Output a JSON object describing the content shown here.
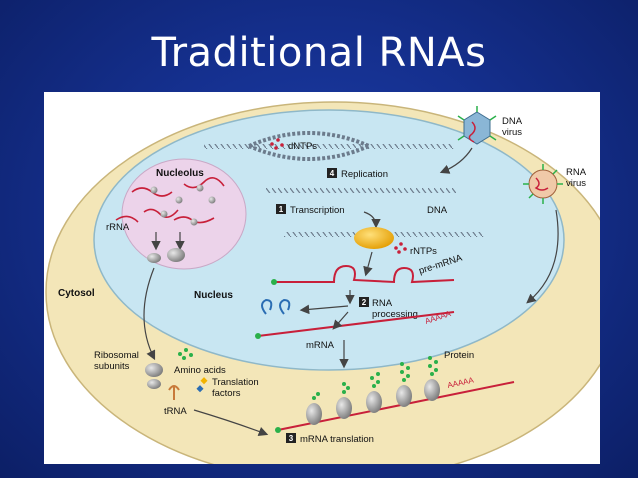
{
  "slide": {
    "title": "Traditional RNAs"
  },
  "diagram": {
    "labels": {
      "nucleolus": "Nucleolus",
      "nucleus": "Nucleus",
      "cytosol": "Cytosol",
      "rrna": "rRNA",
      "dntps": "dNTPs",
      "rntps": "rNTPs",
      "dna": "DNA",
      "dna_virus": [
        "DNA",
        "virus"
      ],
      "rna_virus": [
        "RNA",
        "virus"
      ],
      "pre_mrna": "pre-mRNA",
      "mrna": "mRNA",
      "polya_nuclear": "AAAAA",
      "polya_cyto": "AAAAA",
      "ribosomal_subunits": [
        "Ribosomal",
        "subunits"
      ],
      "amino_acids": "Amino acids",
      "translation_factors": [
        "Translation",
        "factors"
      ],
      "trna": "tRNA",
      "protein": "Protein"
    },
    "steps": [
      {
        "number": "1",
        "label": "Transcription"
      },
      {
        "number": "2",
        "label": [
          "RNA",
          "processing"
        ]
      },
      {
        "number": "3",
        "label": "mRNA translation"
      },
      {
        "number": "4",
        "label": "Replication"
      }
    ],
    "colors": {
      "cytosol_fill": "#f3e6b8",
      "nucleus_fill": "#c8e6f2",
      "nucleolus_fill": "#ecd3ea",
      "rna_strand": "#c8203a",
      "dna_strand": "#6c7b8c",
      "polymerase": "#f1b300",
      "arrow": "#444444",
      "step_box": "#222222"
    }
  }
}
